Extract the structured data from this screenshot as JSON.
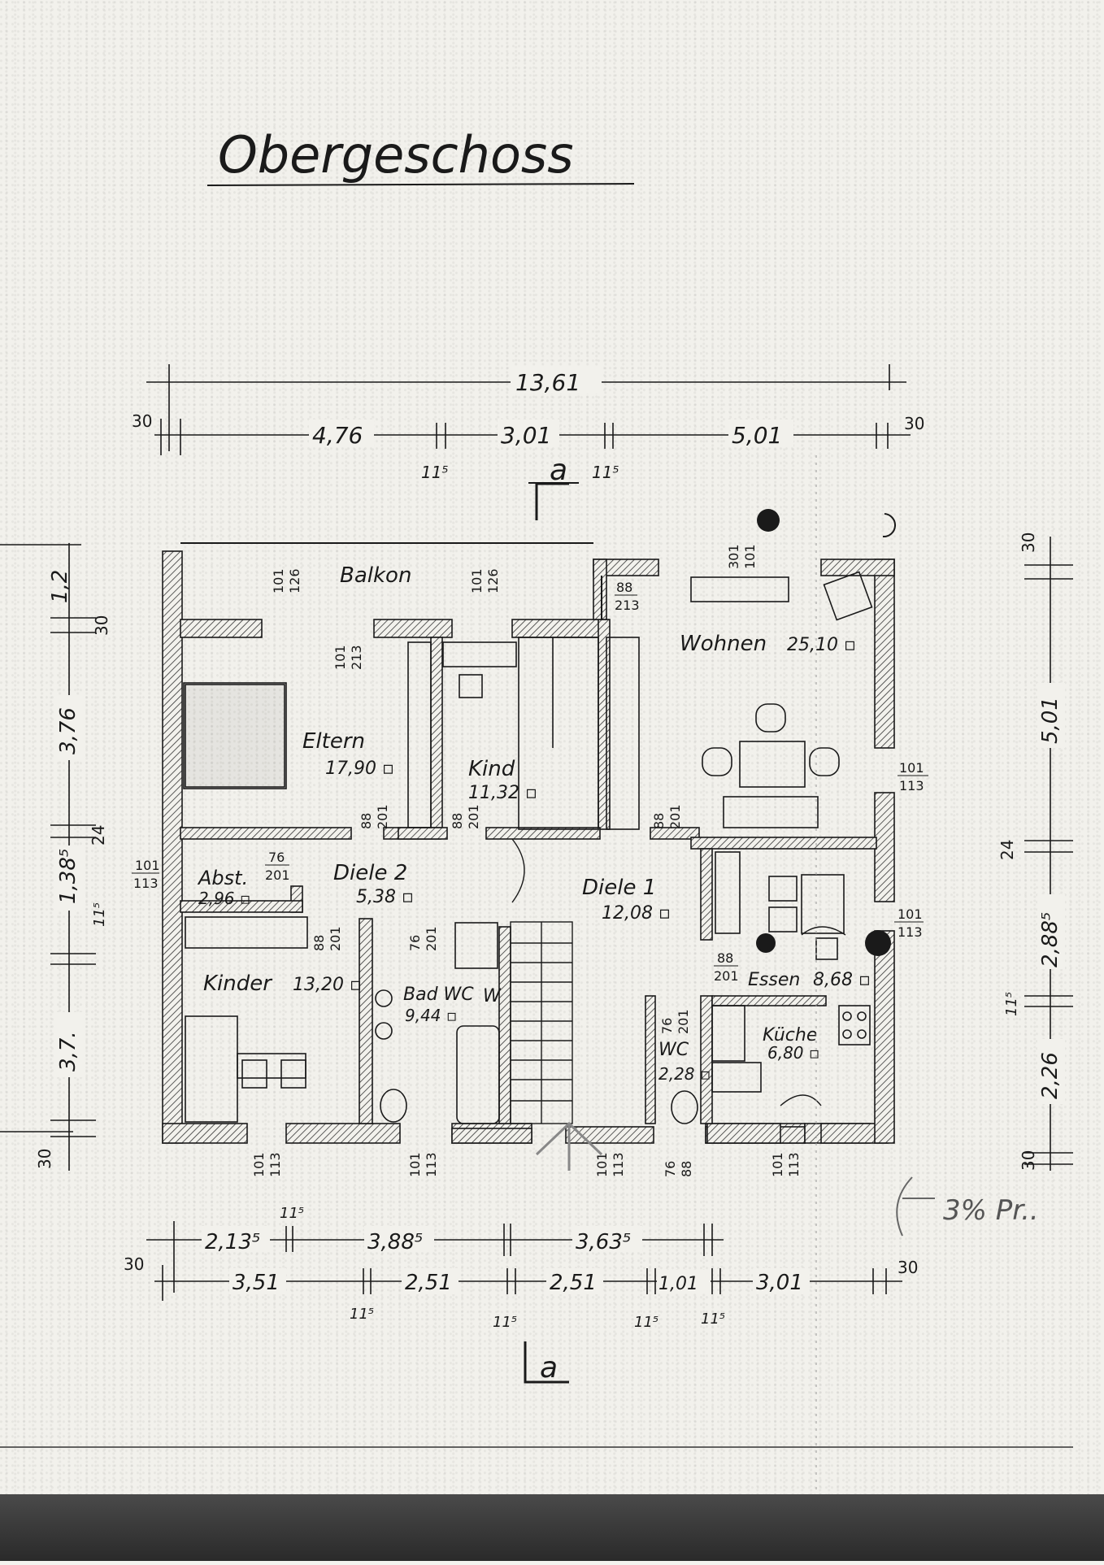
{
  "title": "Obergeschoss",
  "section_label": "a",
  "annotation": "3% Pr..",
  "dimensions": {
    "top": {
      "overall": "13,61",
      "wall_left": "30",
      "wall_right": "30",
      "seg1": "4,76",
      "seg2": "3,01",
      "seg3": "5,01",
      "inner1": "11⁵",
      "inner2": "11⁵"
    },
    "left": {
      "seg_top": "1,2",
      "wall_top": "30",
      "seg1": "3,76",
      "wall_mid": "24",
      "seg2": "1,38⁵",
      "inner": "11⁵",
      "seg3": "3,7.",
      "wall_bot": "30"
    },
    "right": {
      "wall_top": "30",
      "seg1": "5,01",
      "wall_mid": "24",
      "seg2": "2,88⁵",
      "inner": "11⁵",
      "seg3": "2,26",
      "wall_bot": "30"
    },
    "bottom_row1": {
      "seg1": "2,13⁵",
      "inner": "11⁵",
      "seg2": "3,88⁵",
      "seg3": "3,63⁵"
    },
    "bottom_row2": {
      "wall_left": "30",
      "seg1": "3,51",
      "seg2": "2,51",
      "seg3": "2,51",
      "seg4": "1,01",
      "seg5": "3,01",
      "wall_right": "30",
      "inner1": "11⁵",
      "inner2": "11⁵",
      "inner3": "11⁵",
      "inner4": "11⁵"
    }
  },
  "rooms": {
    "balkon": {
      "name": "Balkon"
    },
    "eltern": {
      "name": "Eltern",
      "area": "17,90 ▫"
    },
    "kind": {
      "name": "Kind",
      "area": "11,32 ▫"
    },
    "wohnen": {
      "name": "Wohnen",
      "area": "25,10 ▫"
    },
    "abst": {
      "name": "Abst.",
      "area": "2,96 ▫"
    },
    "diele2": {
      "name": "Diele 2",
      "area": "5,38 ▫"
    },
    "diele1": {
      "name": "Diele 1",
      "area": "12,08 ▫"
    },
    "essen": {
      "name": "Essen",
      "area": "8,68 ▫"
    },
    "kinder": {
      "name": "Kinder",
      "area": "13,20 ▫"
    },
    "bad": {
      "name": "Bad WC",
      "area": "9,44 ▫",
      "w": "W"
    },
    "wc": {
      "name": "WC",
      "area": "2,28 ▫"
    },
    "kueche": {
      "name": "Küche",
      "area": "6,80 ▫"
    }
  },
  "openings": {
    "o1_top": "101",
    "o1_bot": "126",
    "o2_top": "101",
    "o2_bot": "126",
    "o3_top": "88",
    "o3_bot": "213",
    "o4_top": "301",
    "o4_bot": "101",
    "o5_top": "101",
    "o5_bot": "213",
    "o6_top": "101",
    "o6_bot": "113",
    "o7_top": "88",
    "o7_bot": "201",
    "o8_top": "88",
    "o8_bot": "201",
    "o9_top": "88",
    "o9_bot": "201",
    "o10_top": "101",
    "o10_bot": "113",
    "o11_top": "76",
    "o11_bot": "201",
    "o12_top": "88",
    "o12_bot": "201",
    "o13_top": "76",
    "o13_bot": "201",
    "o14_top": "101",
    "o14_bot": "113",
    "o15_top": "88",
    "o15_bot": "201",
    "o16_top": "76",
    "o16_bot": "201",
    "b1_top": "101",
    "b1_bot": "113",
    "b2_top": "101",
    "b2_bot": "113",
    "b3_top": "101",
    "b3_bot": "113",
    "b4_top": "76",
    "b4_bot": "88",
    "b5_top": "101",
    "b5_bot": "113"
  },
  "colors": {
    "ink": "#1a1a1a",
    "hatch": "#444444",
    "paper": "#f2f1ec"
  }
}
